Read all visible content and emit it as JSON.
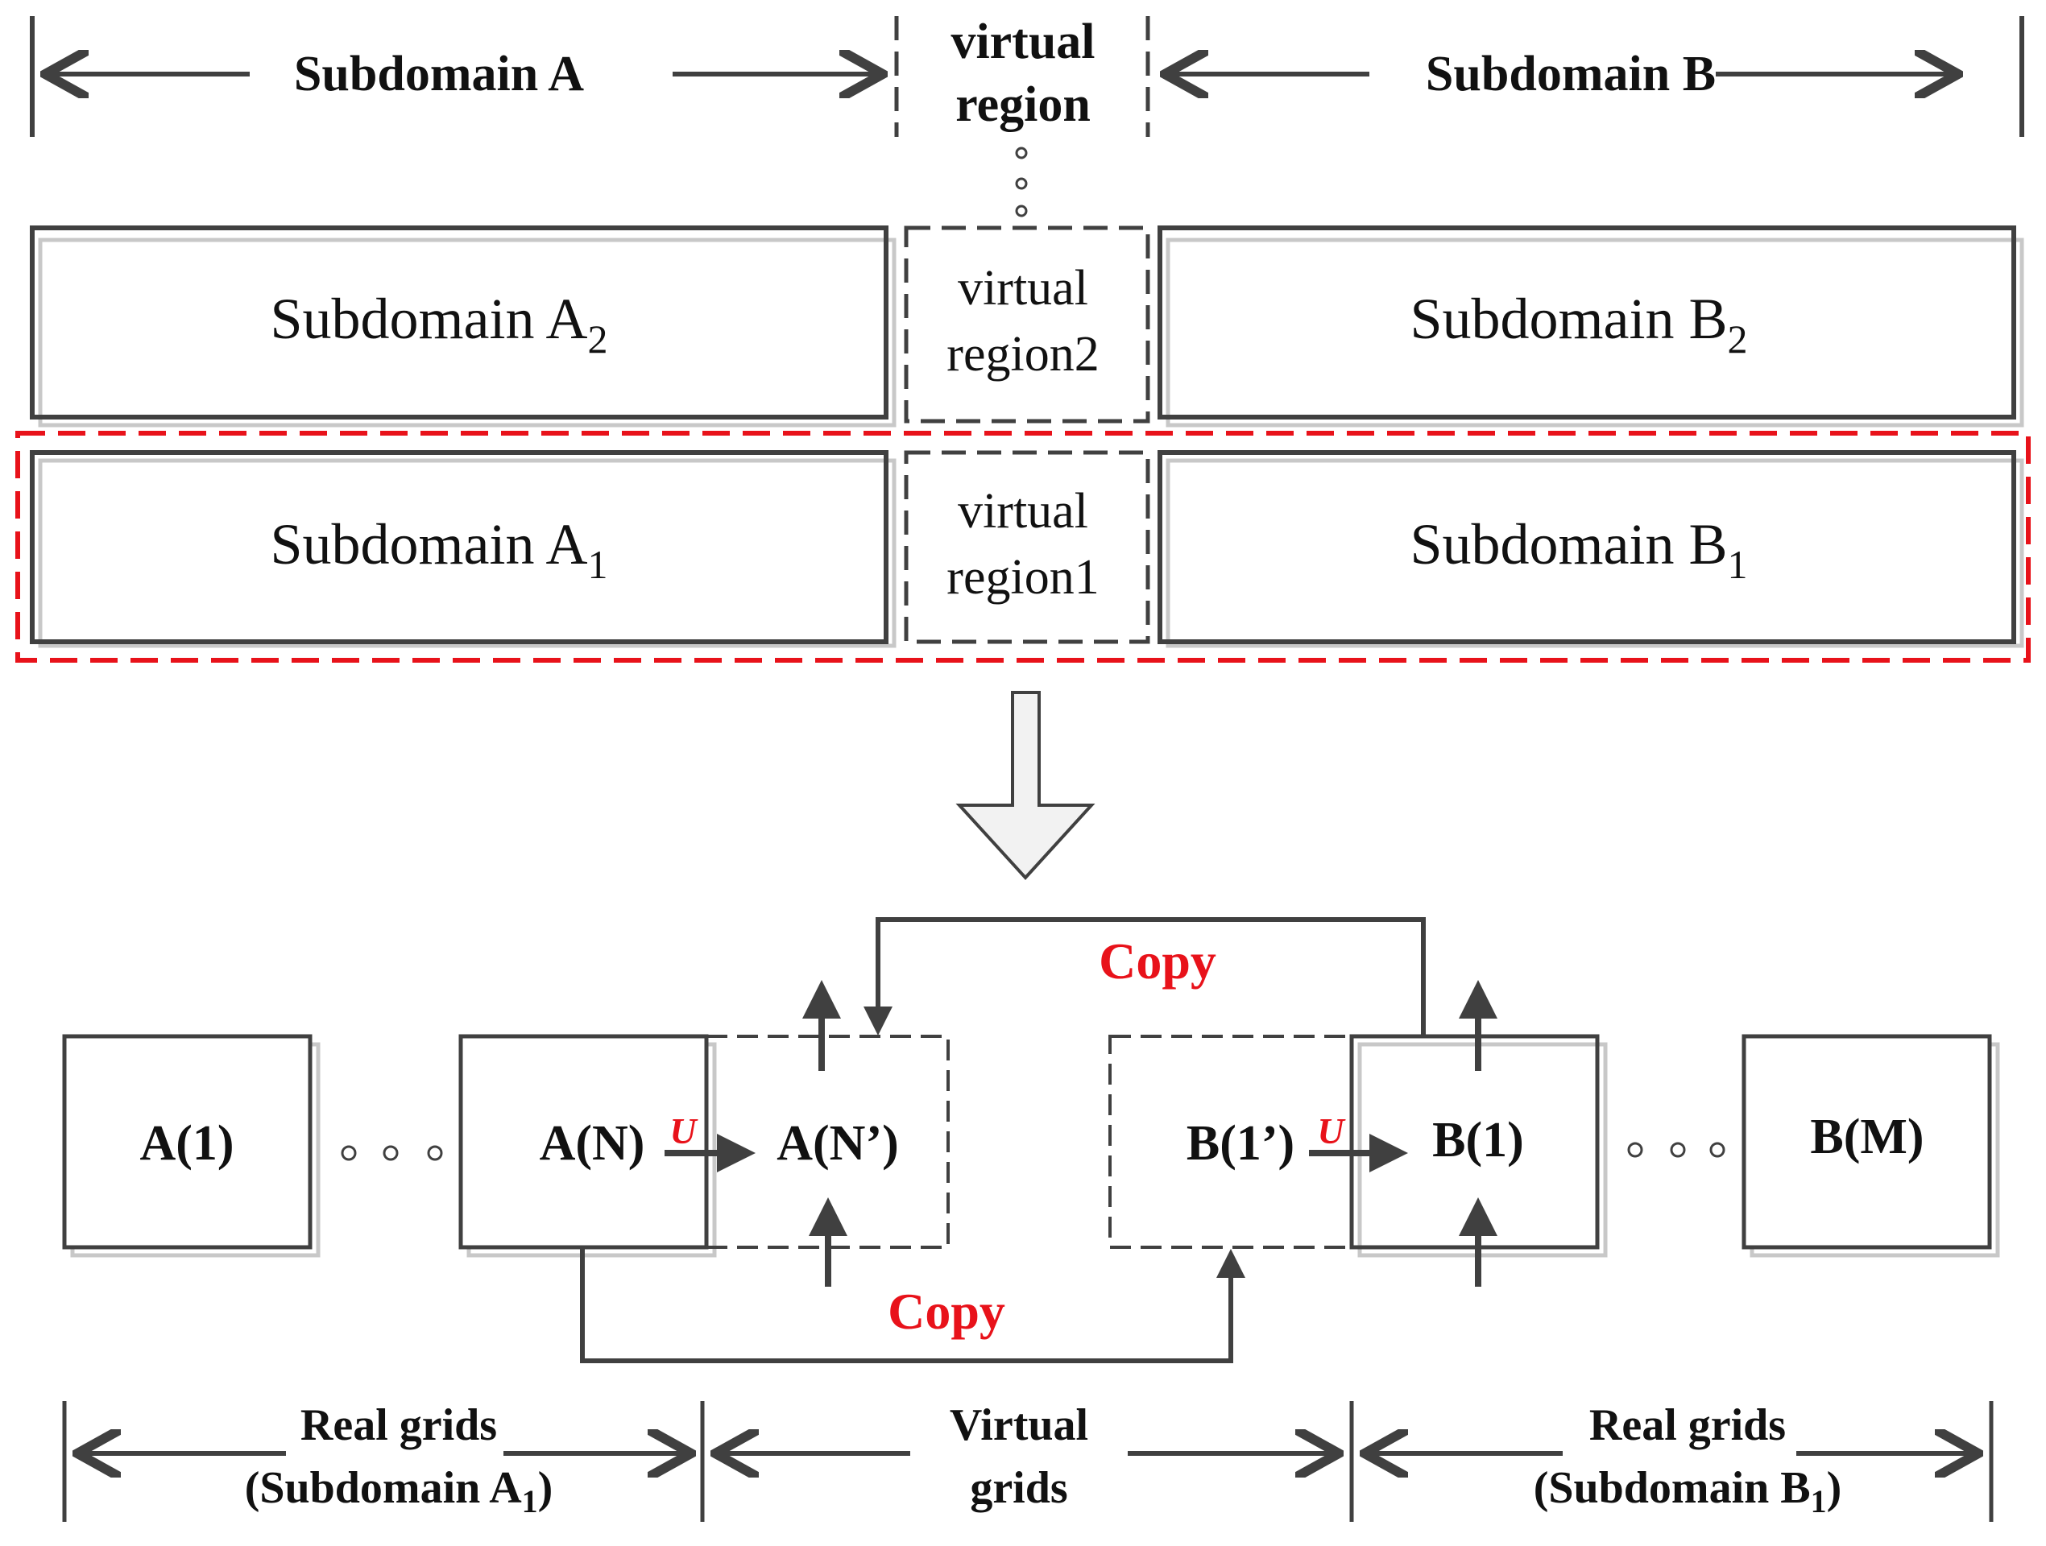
{
  "header": {
    "subdomain_a": "Subdomain A",
    "virtual_region_line1": "virtual",
    "virtual_region_line2": "region",
    "subdomain_b": "Subdomain B"
  },
  "layers": {
    "a2": {
      "label": "Subdomain A",
      "sub": "2"
    },
    "virtual2_line1": "virtual",
    "virtual2_line2": "region2",
    "b2": {
      "label": "Subdomain B",
      "sub": "2"
    },
    "a1": {
      "label": "Subdomain A",
      "sub": "1"
    },
    "virtual1_line1": "virtual",
    "virtual1_line2": "region1",
    "b1": {
      "label": "Subdomain B",
      "sub": "1"
    }
  },
  "grids": {
    "a1": "A(1)",
    "an": "A(N)",
    "an_virtual": "A(N’)",
    "b1_virtual": "B(1’)",
    "b1": "B(1)",
    "bm": "B(M)",
    "u_left": "U",
    "u_right": "U",
    "copy_top": "Copy",
    "copy_bottom": "Copy"
  },
  "footer": {
    "real_a_line1": "Real grids",
    "real_a_line2": "(Subdomain A",
    "real_a_sub": "1",
    "real_a_close": ")",
    "virtual_line1": "Virtual",
    "virtual_line2": "grids",
    "real_b_line1": "Real grids",
    "real_b_line2": "(Subdomain B",
    "real_b_sub": "1",
    "real_b_close": ")"
  },
  "colors": {
    "line": "#404040",
    "highlight": "#e8121a",
    "shadow": "#c8c8c8"
  }
}
